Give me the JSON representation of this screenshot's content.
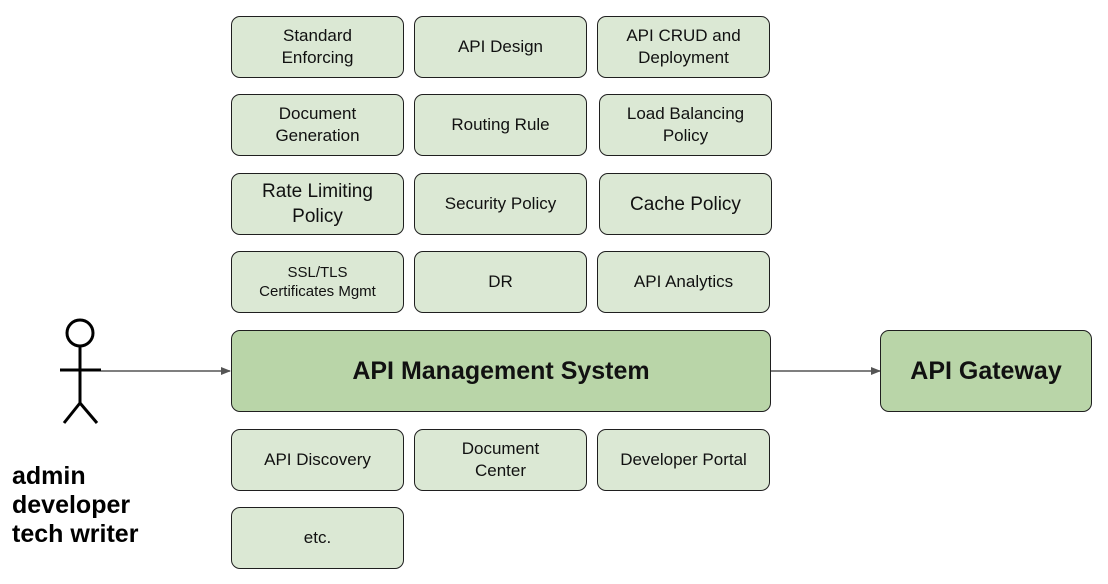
{
  "colors": {
    "module_fill": "#dbe8d4",
    "main_fill": "#b9d5a8",
    "border": "#1f1f1f",
    "arrow": "#555555"
  },
  "actor": {
    "icon": "stick-figure-icon",
    "labels": [
      "admin",
      "developer",
      "tech writer"
    ]
  },
  "main_system": "API Management System",
  "gateway": "API Gateway",
  "modules_top": [
    "Standard\nEnforcing",
    "API Design",
    "API CRUD and\nDeployment",
    "Document\nGeneration",
    "Routing Rule",
    "Load Balancing\nPolicy",
    "Rate Limiting\nPolicy",
    "Security Policy",
    "Cache Policy",
    "SSL/TLS\nCertificates Mgmt",
    "DR",
    "API Analytics"
  ],
  "modules_bottom": [
    "API Discovery",
    "Document\nCenter",
    "Developer Portal",
    "etc."
  ]
}
